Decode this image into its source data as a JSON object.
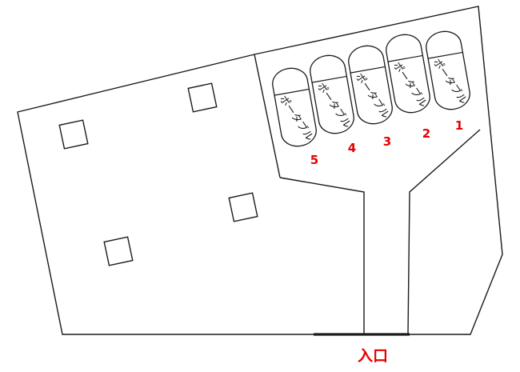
{
  "colors": {
    "number_red": "#e60000",
    "line": "#1a1a1a"
  },
  "spaces": [
    {
      "number": "1",
      "label": "ポータブル"
    },
    {
      "number": "2",
      "label": "ポータブル"
    },
    {
      "number": "3",
      "label": "ポータブル"
    },
    {
      "number": "4",
      "label": "ポータブル"
    },
    {
      "number": "5",
      "label": "ポータブル"
    }
  ],
  "entrance": {
    "label": "入口"
  }
}
